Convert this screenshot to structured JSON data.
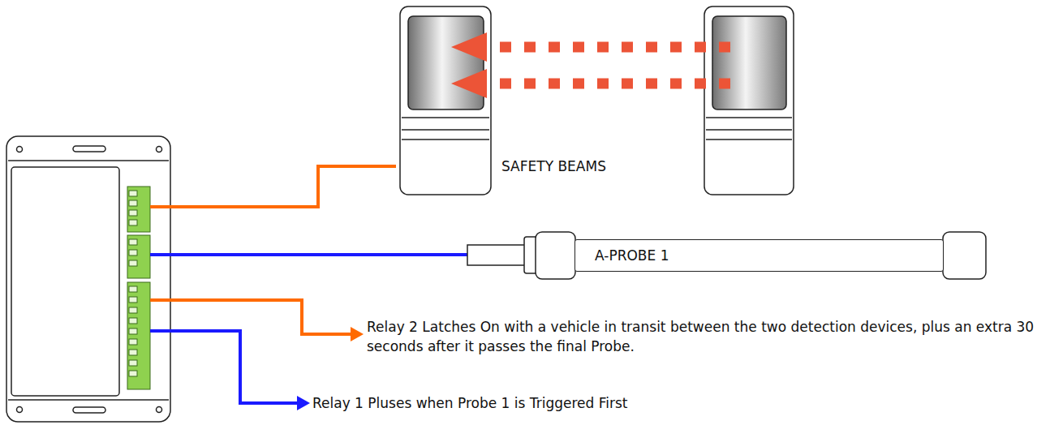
{
  "diagram": {
    "nodes": [
      {
        "text": [
          "A-PROBE 1"
        ]
      }
    ],
    "labels": [
      "SAFETY BEAMS",
      "Relay 2 Latches On with a vehicle in transit between the two detection devices, plus an extra 30 seconds after it passes the final Probe.",
      "Relay 1 Pluses when Probe 1 is Triggered First"
    ]
  }
}
